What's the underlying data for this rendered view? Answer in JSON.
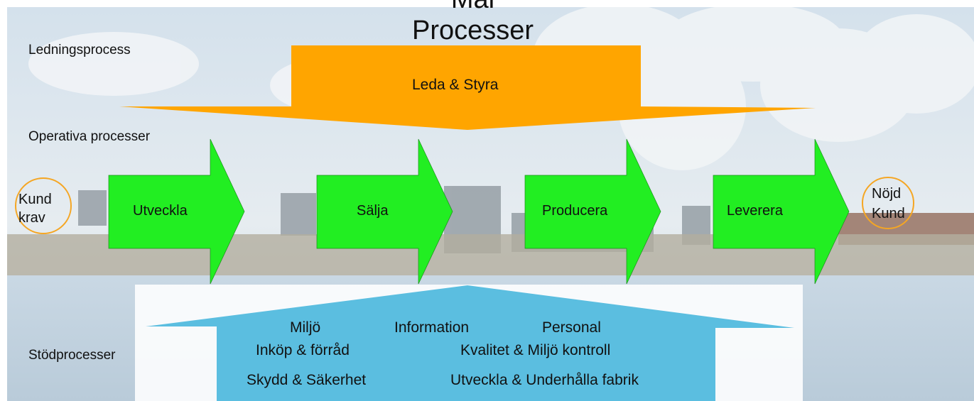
{
  "title": {
    "line1": "Mål",
    "line2": "Processer"
  },
  "lanes": {
    "management": "Ledningsprocess",
    "operative": "Operativa processer",
    "support": "Stödprocesser"
  },
  "management_arrow": {
    "label": "Leda & Styra"
  },
  "customer_requirement": {
    "line1": "Kund",
    "line2": "krav"
  },
  "operative_steps": [
    "Utveckla",
    "Sälja",
    "Producera",
    "Leverera"
  ],
  "satisfied_customer": {
    "line1": "Nöjd",
    "line2": "Kund"
  },
  "support_items": {
    "miljo": "Miljö",
    "information": "Information",
    "personal": "Personal",
    "inkop": "Inköp & förråd",
    "kvalitet": "Kvalitet & Miljö kontroll",
    "skydd": "Skydd & Säkerhet",
    "underhall": "Utveckla & Underhålla fabrik"
  },
  "colors": {
    "management_arrow": "#FFA500",
    "operative_arrow": "#22EE22",
    "support_arrow": "#5BBEE0",
    "customer_circle": "#F5A623"
  }
}
